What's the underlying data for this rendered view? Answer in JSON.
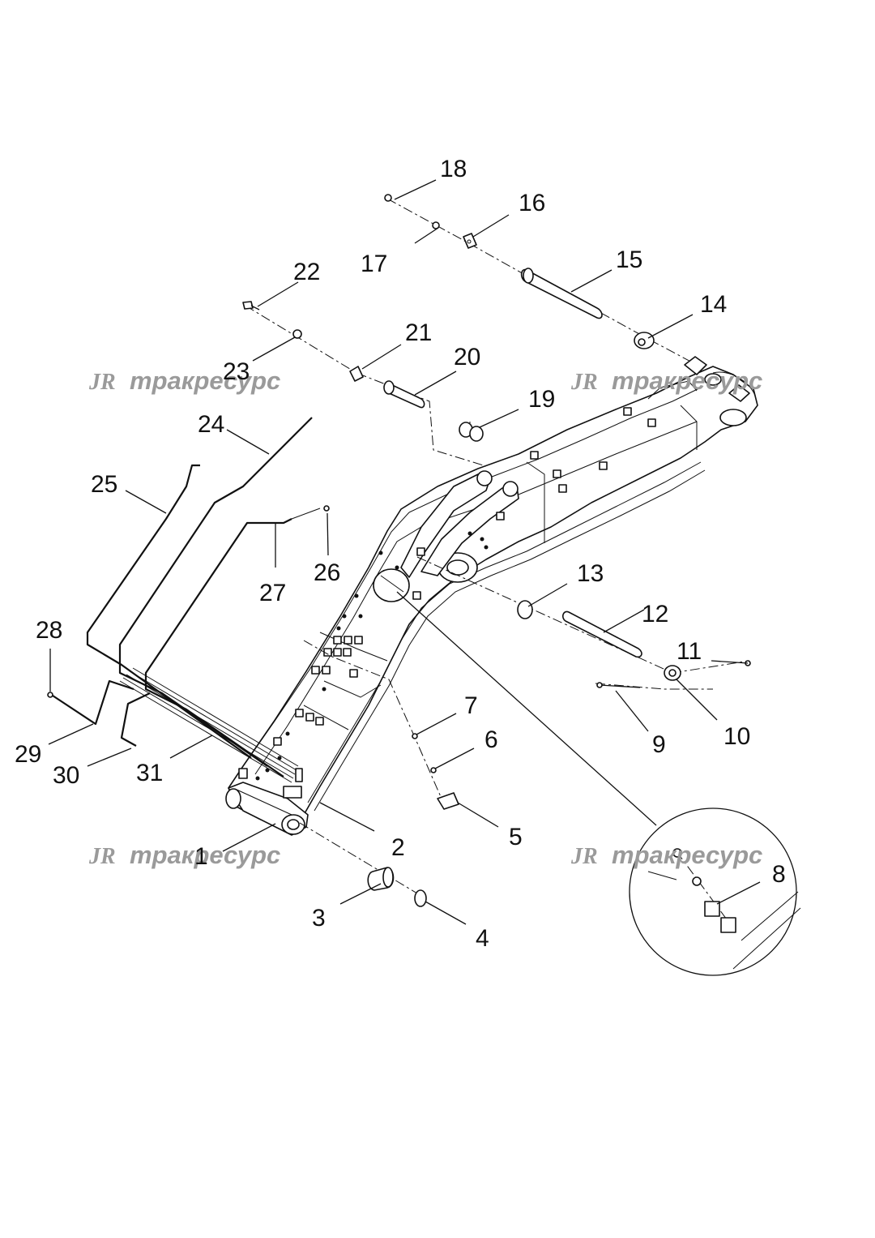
{
  "diagram": {
    "callouts": [
      "1",
      "2",
      "3",
      "4",
      "5",
      "6",
      "7",
      "8",
      "9",
      "10",
      "11",
      "12",
      "13",
      "14",
      "15",
      "16",
      "17",
      "18",
      "19",
      "20",
      "21",
      "22",
      "23",
      "24",
      "25",
      "26",
      "27",
      "28",
      "29",
      "30",
      "31"
    ],
    "watermark": {
      "logo": "JR",
      "text": "тракресурс"
    },
    "colors": {
      "ink": "#111111",
      "watermark": "#9a9a9a",
      "background": "#ffffff"
    }
  }
}
